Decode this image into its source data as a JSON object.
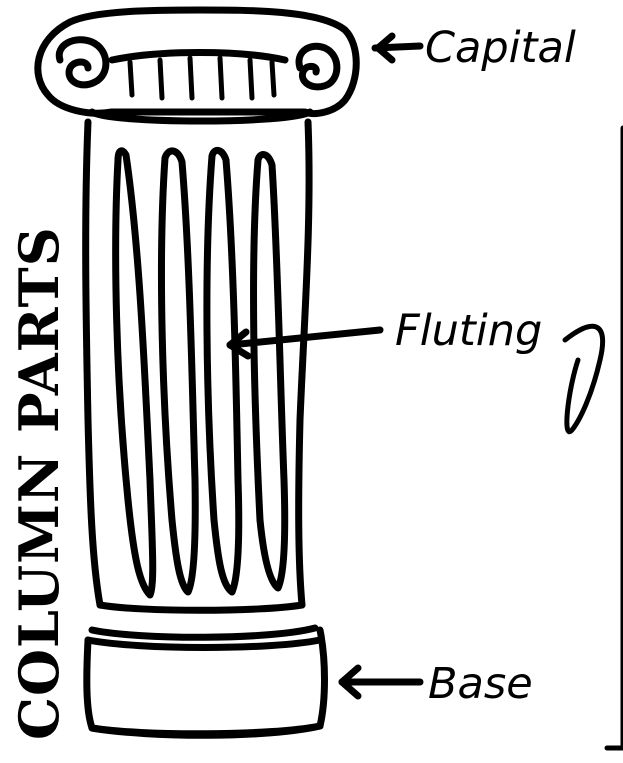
{
  "title": "COLUMN PARTS",
  "labels": {
    "capital": "Capital",
    "fluting": "Fluting",
    "base": "Base"
  }
}
